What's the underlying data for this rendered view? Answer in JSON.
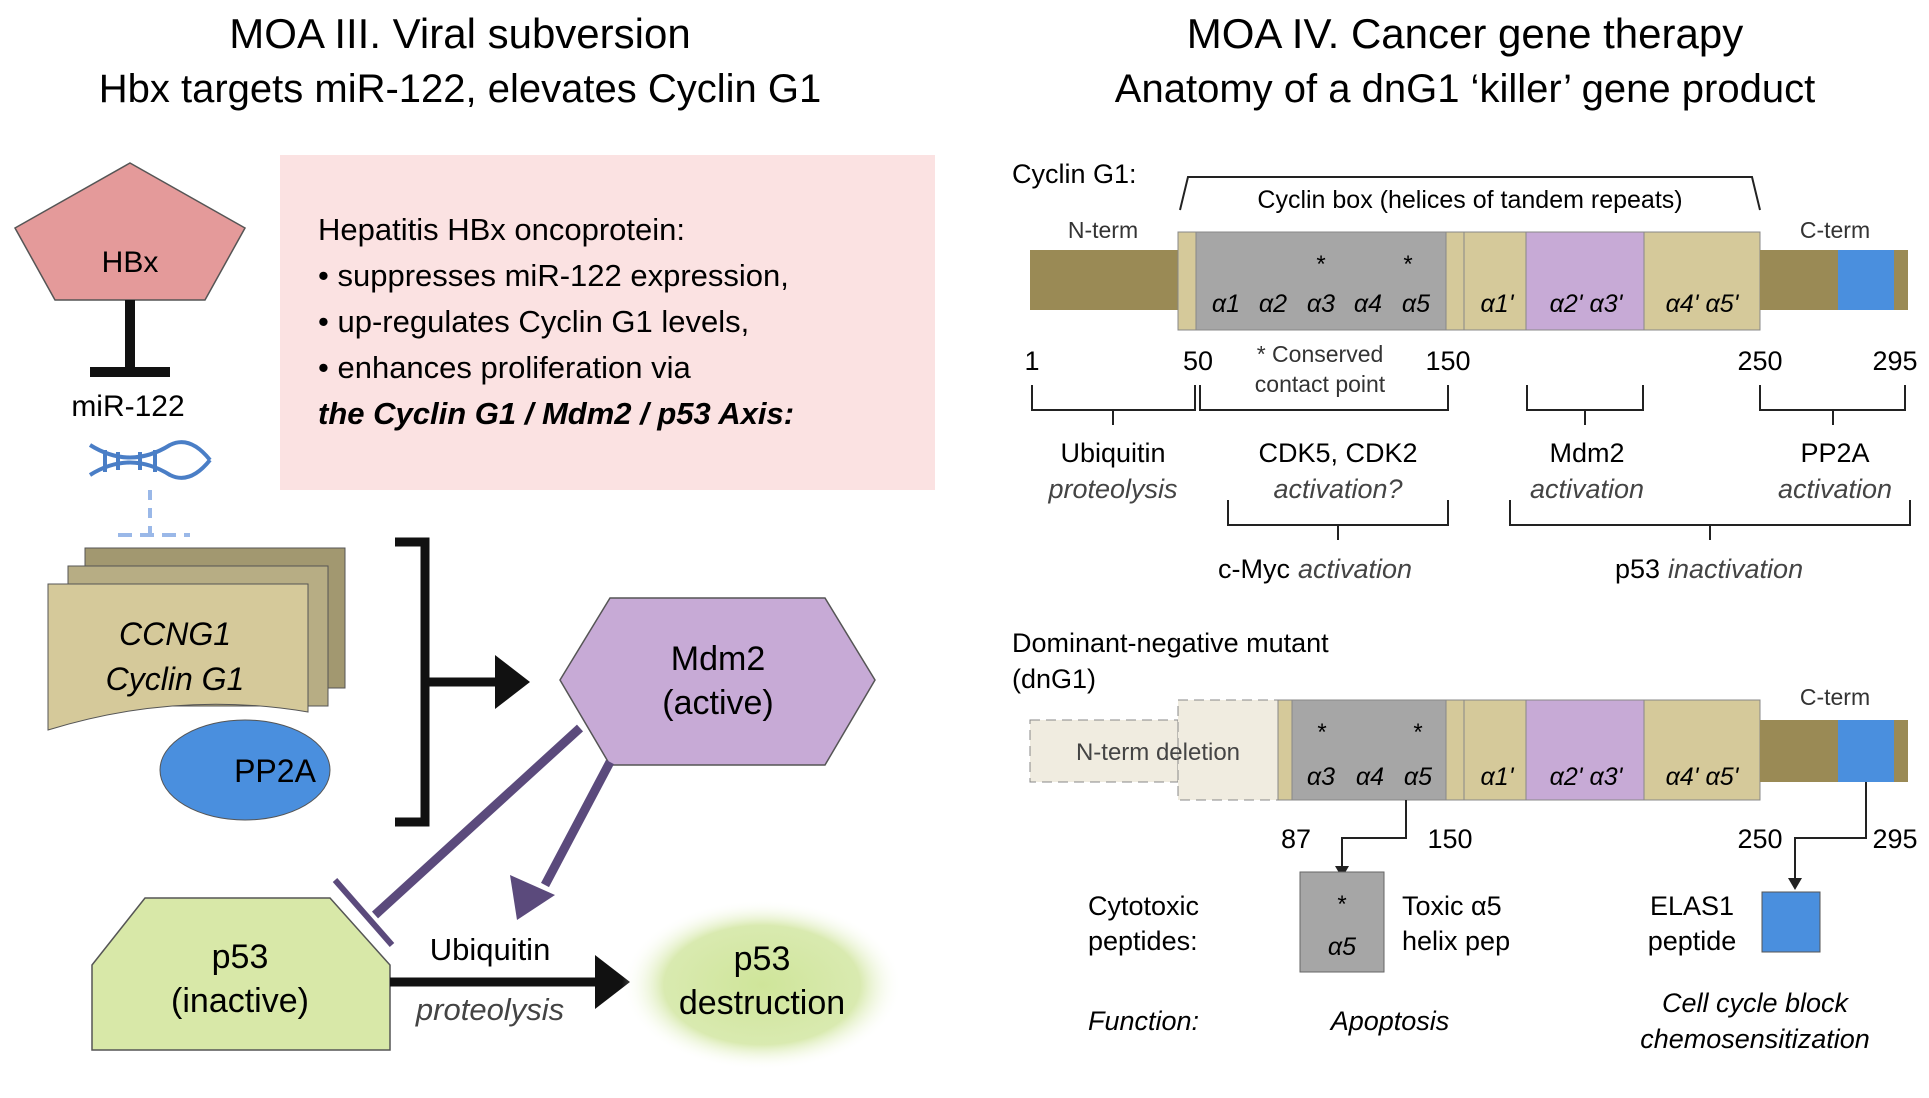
{
  "left": {
    "title": "MOA III. Viral subversion",
    "subtitle": "Hbx targets miR-122, elevates Cyclin G1",
    "hbx": "HBx",
    "mir": "miR-122",
    "info_heading": "Hepatitis HBx oncoprotein:",
    "info_bullets": [
      "• suppresses miR-122 expression,",
      "• up-regulates Cyclin G1 levels,",
      "• enhances proliferation via"
    ],
    "info_axis": "the Cyclin G1 / Mdm2 / p53 Axis:",
    "ccng1": "CCNG1",
    "cyclin": "Cyclin G1",
    "pp2a": "PP2A",
    "mdm2": "Mdm2",
    "mdm2_state": "(active)",
    "p53": "p53",
    "p53_state": "(inactive)",
    "ubiquitin": "Ubiquitin",
    "proteolysis": "proteolysis",
    "destruction_p53": "p53",
    "destruction": "destruction"
  },
  "right": {
    "title": "MOA IV. Cancer gene therapy",
    "subtitle": "Anatomy of a dnG1 ‘killer’ gene product",
    "cyclin_label": "Cyclin G1:",
    "cyclin_box": "Cyclin box (helices of tandem repeats)",
    "nterm": "N-term",
    "cterm": "C-term",
    "helices1": [
      "α1",
      "α2",
      "α3",
      "α4",
      "α5"
    ],
    "helices2": [
      "α1'",
      "α2' α3'",
      "α4' α5'"
    ],
    "conserved": [
      "* Conserved",
      "contact point"
    ],
    "positions": [
      "1",
      "50",
      "150",
      "250",
      "295"
    ],
    "functions": [
      {
        "name": "Ubiquitin",
        "act": "proteolysis"
      },
      {
        "name": "CDK5, CDK2",
        "act": "activation?"
      },
      {
        "name": "Mdm2",
        "act": "activation"
      },
      {
        "name": "PP2A",
        "act": "activation"
      }
    ],
    "cmyc": {
      "name": "c-Myc",
      "act": "activation"
    },
    "p53": {
      "name": "p53",
      "act": "inactivation"
    },
    "dn_label": [
      "Dominant-negative mutant",
      "(dnG1)"
    ],
    "ndeletion": "N-term deletion",
    "dn_helices": [
      "α3",
      "α4",
      "α5"
    ],
    "dn_positions": [
      "87",
      "150",
      "250",
      "295"
    ],
    "cytotoxic": [
      "Cytotoxic",
      "peptides:"
    ],
    "pep_alpha": "α5",
    "toxic": [
      "Toxic α5",
      "helix pep"
    ],
    "elas": [
      "ELAS1",
      "peptide"
    ],
    "function_label": "Function:",
    "apoptosis": "Apoptosis",
    "cellcycle": [
      "Cell cycle block",
      "chemosensitization"
    ]
  },
  "colors": {
    "olive": "#9a8a55",
    "tan": "#d5c99a",
    "gray": "#a6a6a6",
    "purple": "#c7aad6",
    "blue": "#4a8fde",
    "pink": "#fbe2e2",
    "hbx": "#e49a9a",
    "p53": "#d8e8a8",
    "arrow": "#5b4a7c"
  }
}
